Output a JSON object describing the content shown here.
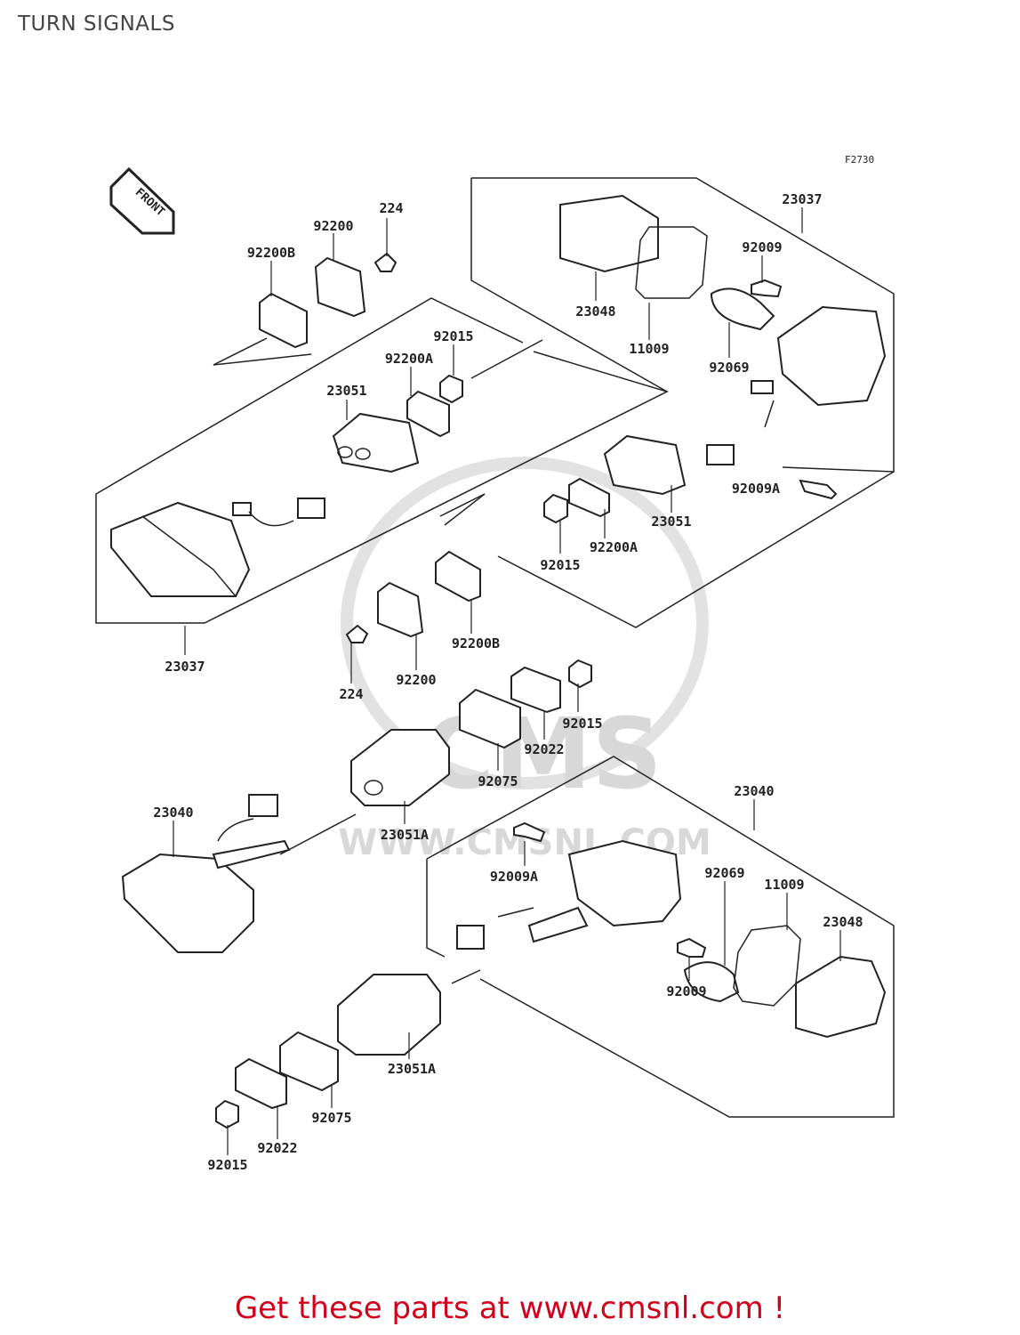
{
  "title": "TURN SIGNALS",
  "figure_code": "F2730",
  "front_label": "FRONT",
  "watermark": {
    "brand": "CMS",
    "url": "WWW.CMSNL.COM"
  },
  "promo_text": "Get these parts at www.cmsnl.com !",
  "parts": [
    "23037",
    "224",
    "92200",
    "92200B",
    "92015",
    "92200A",
    "23051",
    "23048",
    "11009",
    "92009",
    "92069",
    "92009A",
    "23051",
    "92200A",
    "92015",
    "92200B",
    "224",
    "92200",
    "92015",
    "92022",
    "92075",
    "23037",
    "23040",
    "23051A",
    "23040",
    "92009A",
    "92069",
    "11009",
    "23048",
    "92009",
    "23051A",
    "92075",
    "92022",
    "92015"
  ]
}
